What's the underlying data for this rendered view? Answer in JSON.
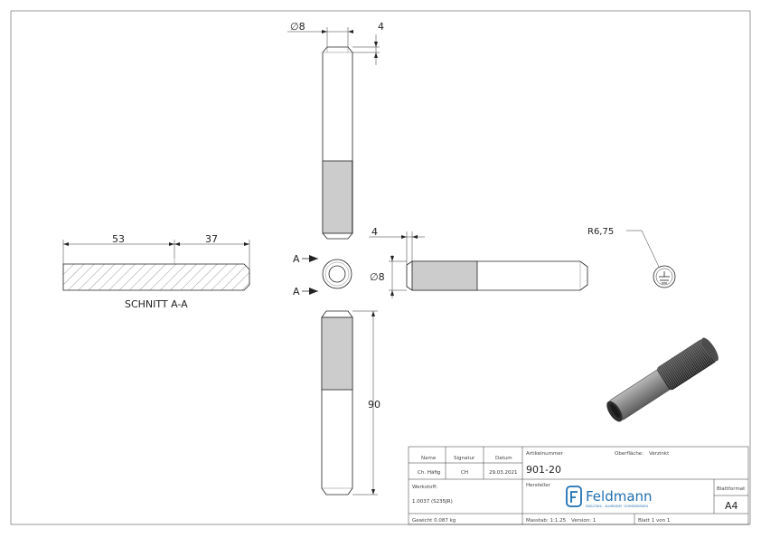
{
  "dimensions": {
    "top_diameter": "∅8",
    "top_chamfer": "4",
    "side_chamfer": "4",
    "side_diameter": "∅8",
    "length": "90",
    "section_left": "53",
    "section_right": "37",
    "radius": "R6,75"
  },
  "section": {
    "title": "SCHNITT A-A",
    "marker_top": "A",
    "marker_bottom": "A"
  },
  "title_block": {
    "name_label": "Name",
    "signature_label": "Signatur",
    "date_label": "Datum",
    "name_value": "Ch. Häfig",
    "signature_value": "CH",
    "date_value": "29.03.2021",
    "article_label": "Artikelnummer",
    "article_value": "901-20",
    "surface_label": "Oberfläche:",
    "surface_value": "Verzinkt",
    "material_label": "Werkstoff:",
    "material_value": "1.0037 (S235JR)",
    "manufacturer_label": "Hersteller",
    "format_label": "Blattformat",
    "format_value": "A4",
    "weight_text": "Gewicht 0.087 kg",
    "scale_text": "Masstab: 1:1.25",
    "version_text": "Version: 1",
    "sheet_text": "Blatt 1 von 1"
  },
  "brand": {
    "name": "Feldmann",
    "tagline": "EDELSTAHL · ALUMINIUM · SCHMIEDEEISEN",
    "color": "#1e6fb3"
  },
  "colors": {
    "line": "#222222",
    "render_body": "#8a8a8a",
    "render_dark": "#3a3a3a"
  }
}
